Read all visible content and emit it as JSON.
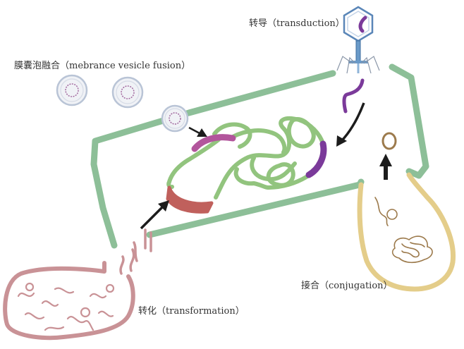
{
  "labels": {
    "transduction": "转导（transduction）",
    "vesicle_fusion": "膜囊泡融合（mebrance vesicle fusion）",
    "transformation": "转化（transformation）",
    "conjugation": "接合（conjugation）"
  },
  "colors": {
    "host_cell": "#8dbf98",
    "chromosome": "#92c47e",
    "transformation": "#c99296",
    "transformation_insert": "#c0605c",
    "transduction_dna": "#7b3a9a",
    "phage_head": "#5a86b8",
    "vesicle": "#b9c4d6",
    "vesicle_dna": "#a36aa0",
    "vesicle_insert": "#b2559c",
    "conjugation_cell": "#e4cd8a",
    "conjugation_dna": "#9c7a4c",
    "arrow": "#1c1c1c"
  },
  "icons": {
    "phage": "bacteriophage-icon",
    "vesicle": "membrane-vesicle-icon",
    "arrow": "arrow-icon"
  }
}
